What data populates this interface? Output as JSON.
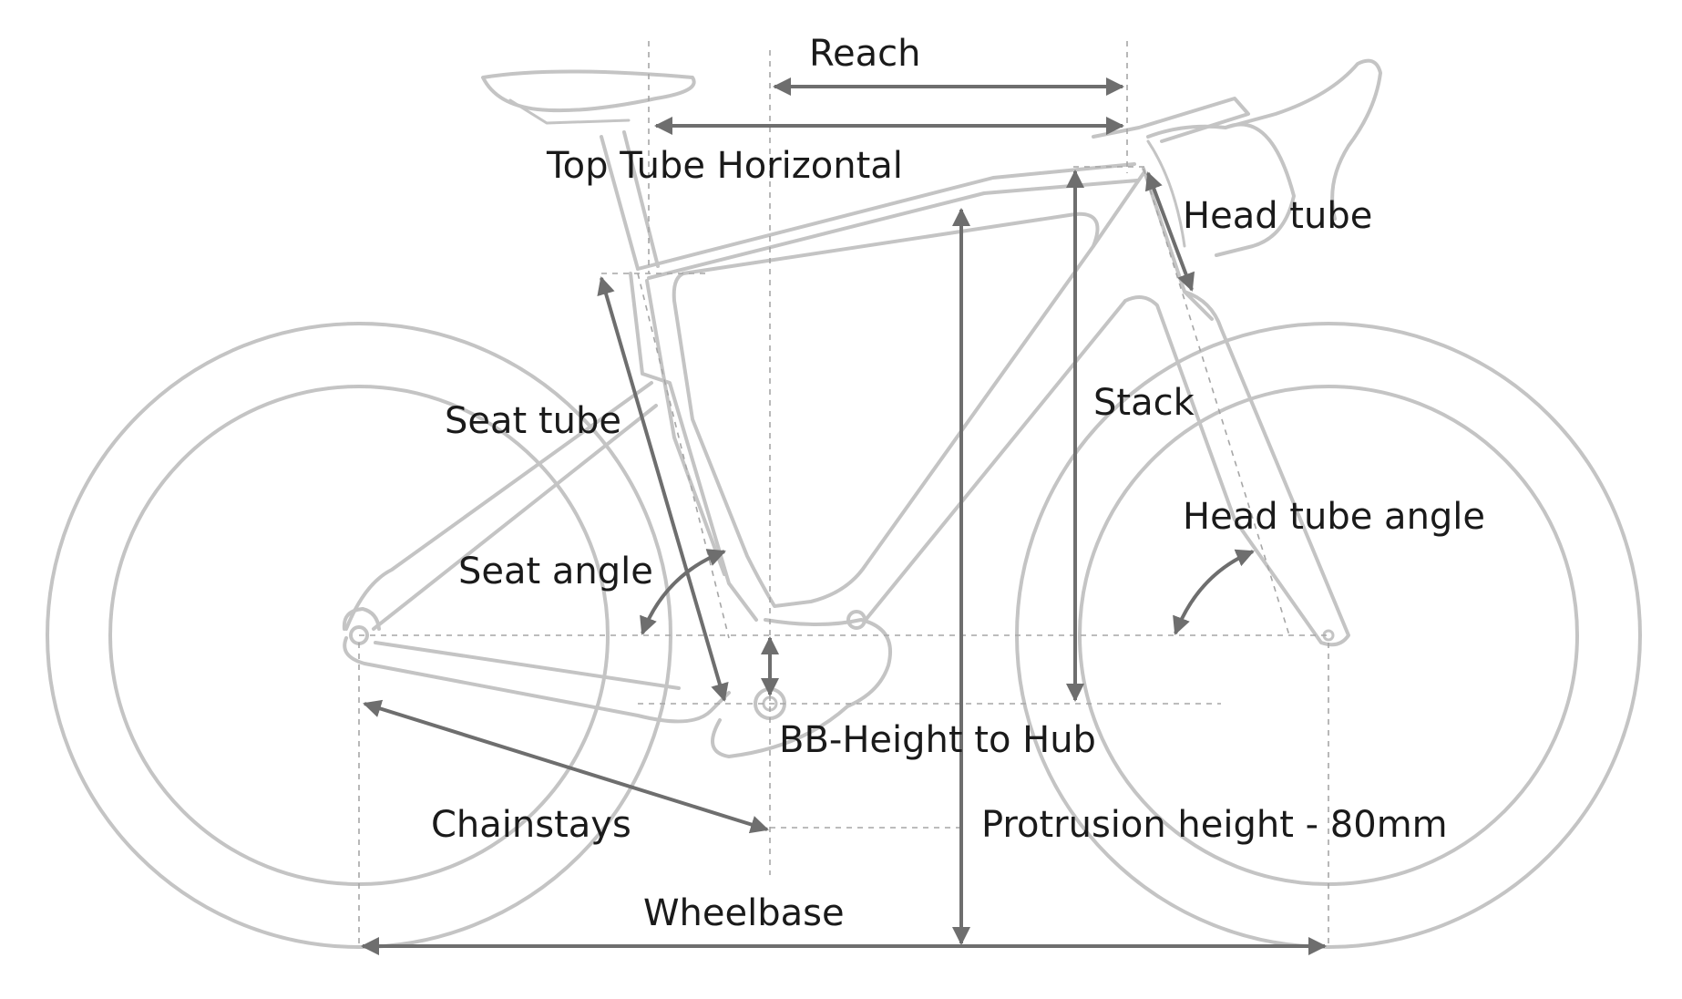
{
  "labels": {
    "reach": "Reach",
    "top_tube_horizontal": "Top Tube Horizontal",
    "head_tube": "Head tube",
    "stack": "Stack",
    "seat_tube": "Seat tube",
    "head_tube_angle": "Head tube angle",
    "seat_angle": "Seat angle",
    "bb_height_to_hub": "BB-Height to Hub",
    "chainstays": "Chainstays",
    "protrusion_height": "Protrusion height - 80mm",
    "wheelbase": "Wheelbase"
  },
  "colors": {
    "frame": "#c4c4c4",
    "dimension_arrow": "#6e6e6e",
    "guide_line": "#a6a6a6",
    "label_text": "#1a1a1a"
  }
}
